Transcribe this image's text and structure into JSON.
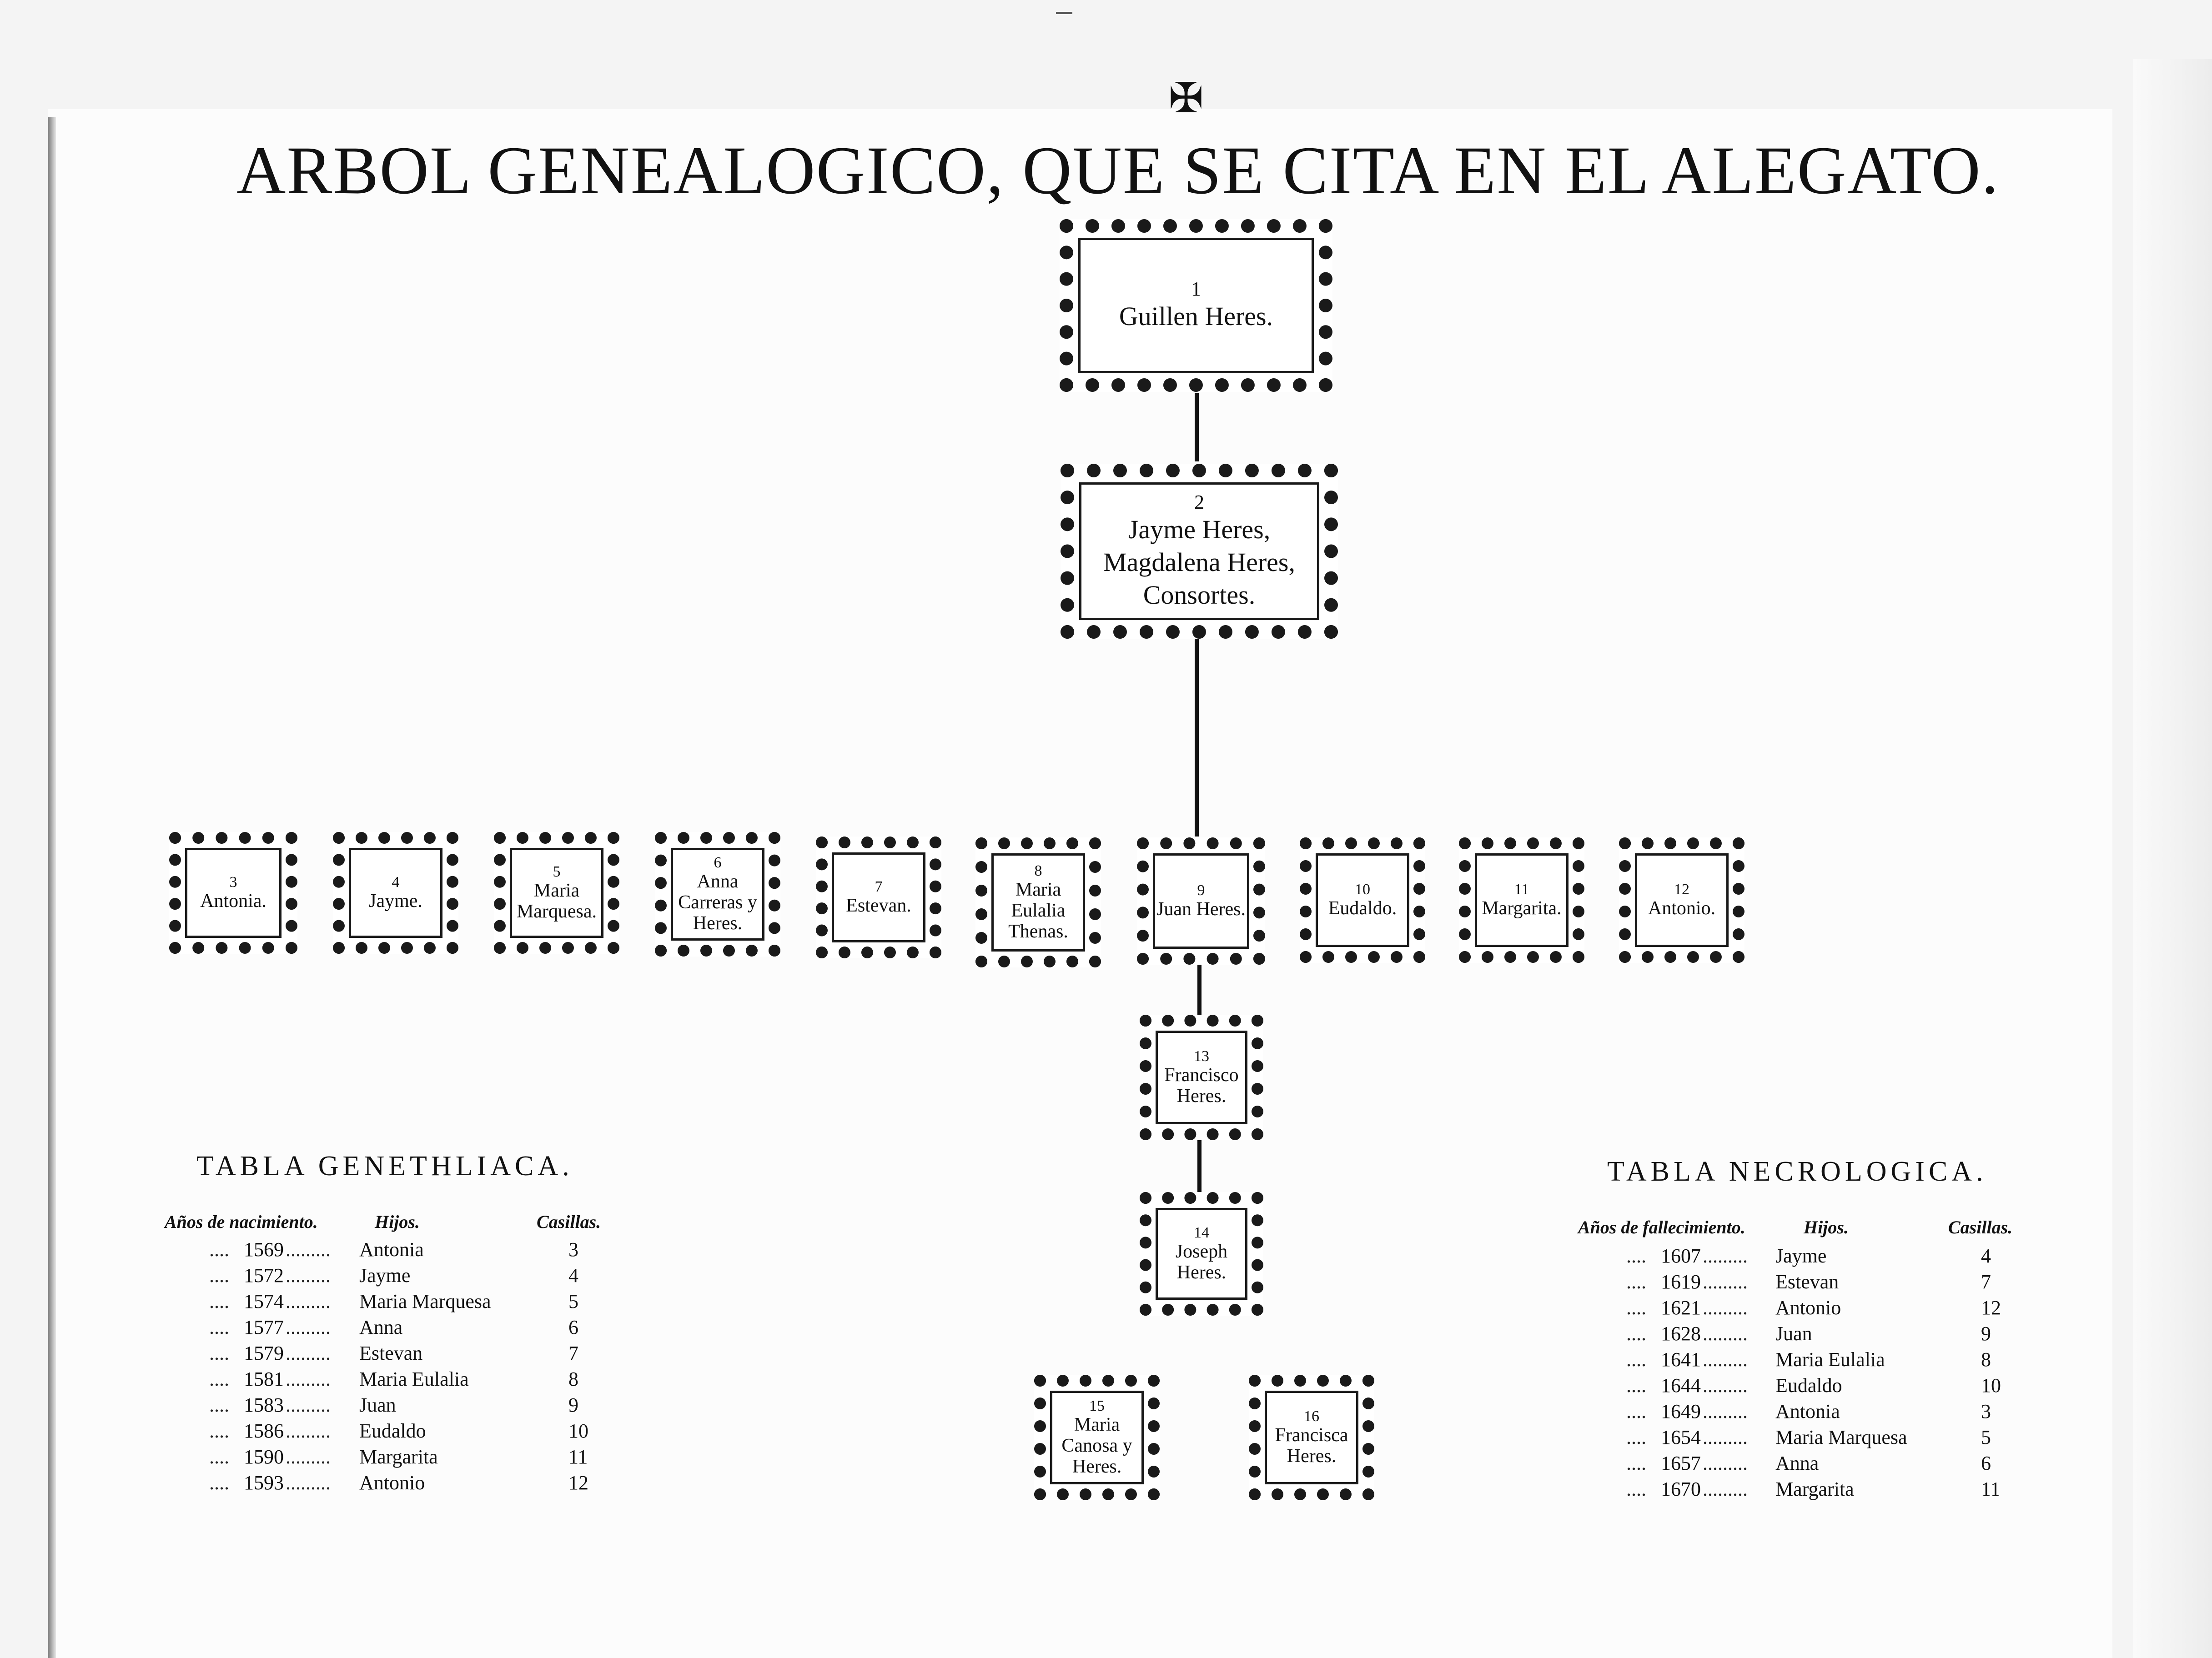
{
  "title": "ARBOL GENEALOGICO, QUE SE CITA EN EL ALEGATO.",
  "cross_glyph": "✠",
  "tree": {
    "root": {
      "num": "1",
      "name": "Guillen Heres."
    },
    "parents": {
      "num": "2",
      "line1": "Jayme Heres,",
      "line2": "Magdalena Heres,",
      "line3": "Consortes."
    },
    "children": [
      {
        "num": "3",
        "name": "Antonia."
      },
      {
        "num": "4",
        "name": "Jayme."
      },
      {
        "num": "5",
        "name": "Maria Marquesa."
      },
      {
        "num": "6",
        "name": "Anna Carreras y Heres."
      },
      {
        "num": "7",
        "name": "Estevan."
      },
      {
        "num": "8",
        "name": "Maria Eulalia Thenas."
      },
      {
        "num": "9",
        "name": "Juan Heres."
      },
      {
        "num": "10",
        "name": "Eudaldo."
      },
      {
        "num": "11",
        "name": "Margarita."
      },
      {
        "num": "12",
        "name": "Antonio."
      }
    ],
    "gen3": {
      "num": "13",
      "name": "Francisco Heres."
    },
    "gen4": {
      "num": "14",
      "name": "Joseph Heres."
    },
    "gen5": [
      {
        "num": "15",
        "name": "Maria Canosa y Heres."
      },
      {
        "num": "16",
        "name": "Francisca Heres."
      }
    ]
  },
  "tabla_genethliaca": {
    "title": "TABLA GENETHLIACA.",
    "headers": {
      "years": "Años de nacimiento.",
      "children": "Hijos.",
      "cells": "Casillas."
    },
    "rows": [
      {
        "year": "1569",
        "name": "Antonia",
        "cell": "3"
      },
      {
        "year": "1572",
        "name": "Jayme",
        "cell": "4"
      },
      {
        "year": "1574",
        "name": "Maria Marquesa",
        "cell": "5"
      },
      {
        "year": "1577",
        "name": "Anna",
        "cell": "6"
      },
      {
        "year": "1579",
        "name": "Estevan",
        "cell": "7"
      },
      {
        "year": "1581",
        "name": "Maria Eulalia",
        "cell": "8"
      },
      {
        "year": "1583",
        "name": "Juan",
        "cell": "9"
      },
      {
        "year": "1586",
        "name": "Eudaldo",
        "cell": "10"
      },
      {
        "year": "1590",
        "name": "Margarita",
        "cell": "11"
      },
      {
        "year": "1593",
        "name": "Antonio",
        "cell": "12"
      }
    ]
  },
  "tabla_necrologica": {
    "title": "TABLA NECROLOGICA.",
    "headers": {
      "years": "Años de fallecimiento.",
      "children": "Hijos.",
      "cells": "Casillas."
    },
    "rows": [
      {
        "year": "1607",
        "name": "Jayme",
        "cell": "4"
      },
      {
        "year": "1619",
        "name": "Estevan",
        "cell": "7"
      },
      {
        "year": "1621",
        "name": "Antonio",
        "cell": "12"
      },
      {
        "year": "1628",
        "name": "Juan",
        "cell": "9"
      },
      {
        "year": "1641",
        "name": "Maria Eulalia",
        "cell": "8"
      },
      {
        "year": "1644",
        "name": "Eudaldo",
        "cell": "10"
      },
      {
        "year": "1649",
        "name": "Antonia",
        "cell": "3"
      },
      {
        "year": "1654",
        "name": "Maria Marquesa",
        "cell": "5"
      },
      {
        "year": "1657",
        "name": "Anna",
        "cell": "6"
      },
      {
        "year": "1670",
        "name": "Margarita",
        "cell": "11"
      }
    ]
  }
}
